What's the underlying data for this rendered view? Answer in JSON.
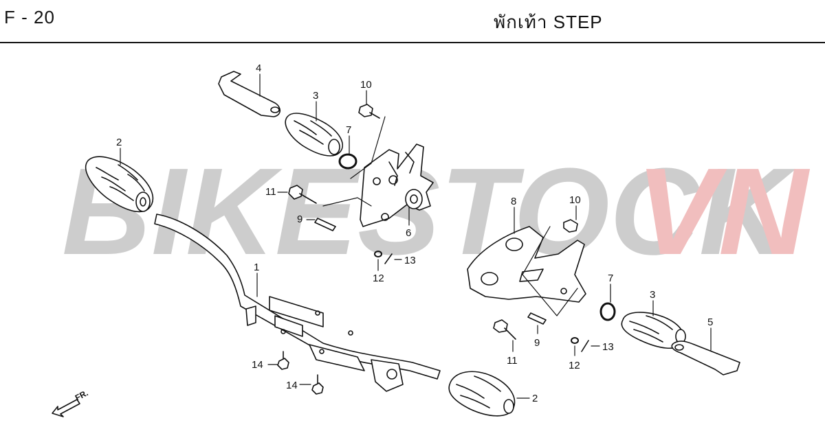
{
  "header": {
    "page_code": "F - 20",
    "title": "พักเท้า  STEP"
  },
  "watermark": {
    "text_main": "BIKESTOCK",
    "text_accent": "VN",
    "color_main": "#c8c8c8",
    "color_accent": "#f0b8b8"
  },
  "parts": [
    {
      "ref": "1"
    },
    {
      "ref": "2"
    },
    {
      "ref": "3"
    },
    {
      "ref": "4"
    },
    {
      "ref": "5"
    },
    {
      "ref": "6"
    },
    {
      "ref": "7"
    },
    {
      "ref": "8"
    },
    {
      "ref": "9"
    },
    {
      "ref": "10"
    },
    {
      "ref": "11"
    },
    {
      "ref": "12"
    },
    {
      "ref": "13"
    },
    {
      "ref": "14"
    }
  ],
  "direction_marker": {
    "label": "FR."
  }
}
